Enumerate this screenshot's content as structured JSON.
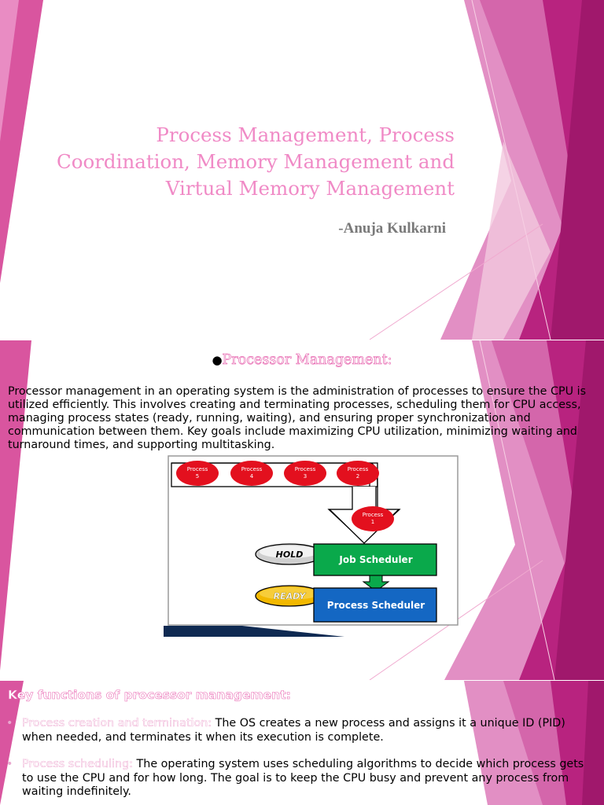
{
  "slide1": {
    "title": "Process Management, Process Coordination, Memory Management and Virtual Memory Management",
    "author": "-Anuja Kulkarni"
  },
  "slide2": {
    "bullet": "●",
    "heading": "Processor Management:",
    "paragraph": "Processor management in an operating system is the administration of processes to ensure the CPU is utilized efficiently. This involves creating and terminating processes, scheduling them for CPU access, managing process states (ready, running, waiting), and ensuring proper synchronization and communication between them. Key goals include maximizing CPU utilization, minimizing waiting and turnaround times, and supporting multitasking.",
    "diagram": {
      "processes": [
        {
          "word": "Process",
          "num": "5"
        },
        {
          "word": "Process",
          "num": "4"
        },
        {
          "word": "Process",
          "num": "3"
        },
        {
          "word": "Process",
          "num": "2"
        }
      ],
      "funnel_process": {
        "word": "Process",
        "num": "1"
      },
      "hold_label": "HOLD",
      "ready_label": "READY",
      "job_scheduler": "Job Scheduler",
      "process_scheduler": "Process Scheduler"
    }
  },
  "slide3": {
    "title": "Key functions of processor management:",
    "items": [
      {
        "label": "Process creation and termination:",
        "text": " The OS creates a new process and assigns it a unique ID (PID) when needed, and terminates it when its execution is complete."
      },
      {
        "label": "Process scheduling:",
        "text": " The operating system uses scheduling algorithms to decide which process gets to use the CPU and for how long. The goal is to keep the CPU busy and prevent any process from waiting indefinitely."
      }
    ]
  },
  "colors": {
    "title_pink": "#f08ac6",
    "accent_magenta": "#a0186c",
    "accent_pink": "#d9559f",
    "ellipse_red": "#e3101e",
    "job_green": "#0aa94b",
    "process_blue": "#1467c3",
    "ready_yellow": "#f2b800"
  }
}
